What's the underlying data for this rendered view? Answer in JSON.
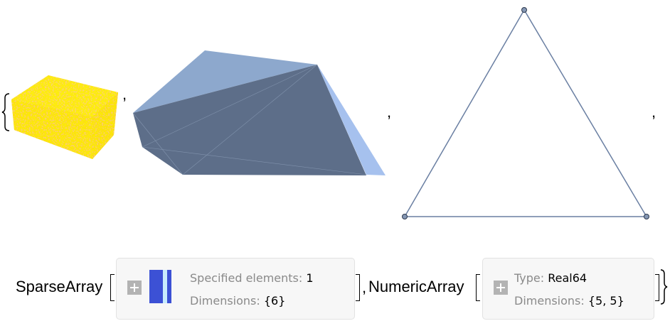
{
  "output": {
    "open_brace": "{",
    "close_brace": "}",
    "separator": ",",
    "graphics": [
      "textured-box-3d",
      "convex-polyhedron-3d",
      "triangle-graph"
    ],
    "sparse_array": {
      "head": "SparseArray",
      "specified_label": "Specified elements: ",
      "specified_value": "1",
      "dimensions_label": "Dimensions: ",
      "dimensions_value": "{6}",
      "colors": {
        "filled": "#3c51d5",
        "empty": "#c8ecfd"
      }
    },
    "numeric_array": {
      "head": "NumericArray",
      "type_label": "Type: ",
      "type_value": "Real64",
      "dimensions_label": "Dimensions: ",
      "dimensions_value": "{5, 5}"
    },
    "end_separator": ","
  }
}
